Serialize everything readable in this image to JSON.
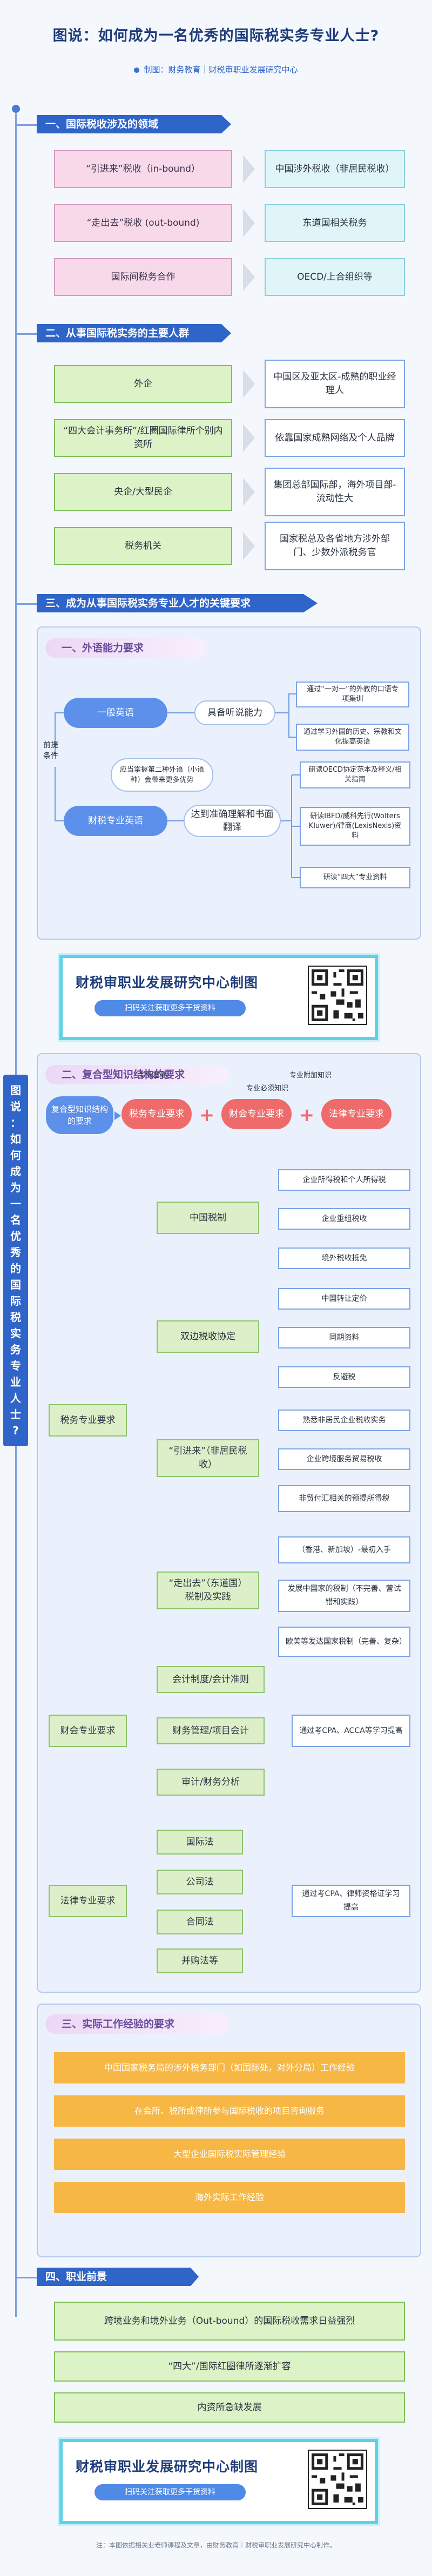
{
  "header": {
    "title": "图说：如何成为一名优秀的国际税实务专业人士?",
    "subtitle": "制图：财务教育｜财税审职业发展研究中心"
  },
  "vertical_title": [
    "图",
    "说",
    "：",
    "如",
    "何",
    "成",
    "为",
    "一",
    "名",
    "优",
    "秀",
    "的",
    "国",
    "际",
    "税",
    "实",
    "务",
    "专",
    "业",
    "人",
    "士",
    "?"
  ],
  "sec1": {
    "title": "一、国际税收涉及的领域",
    "rows": [
      {
        "left": "“引进来”税收（in-bound）",
        "right": "中国涉外税收（非居民税收）"
      },
      {
        "left": "“走出去”税收 (out-bound)",
        "right": "东道国相关税务"
      },
      {
        "left": "国际间税务合作",
        "right": "OECD/上合组织等"
      }
    ]
  },
  "sec2": {
    "title": "二、从事国际税实务的主要人群",
    "rows": [
      {
        "left": "外企",
        "right": "中国区及亚太区-成熟的职业经理人"
      },
      {
        "left": "“四大会计事务所”/红圈国际律所个别内资所",
        "right": "依靠国家成熟网络及个人品牌"
      },
      {
        "left": "央企/大型民企",
        "right": "集团总部国际部，海外项目部-流动性大"
      },
      {
        "left": "税务机关",
        "right": "国家税总及各省地方涉外部门、少数外派税务官"
      }
    ]
  },
  "sec3": {
    "title": "三、成为从事国际税实务专业人才的关键要求",
    "p1": {
      "title": "一、外语能力要求",
      "premise": "前提条件",
      "english": "一般英语",
      "listen": "具备听说能力",
      "note": "应当掌握第二种外语（小语种）会带来更多优势",
      "fin_english": "财税专业英语",
      "fin_read": "达到准确理解和书面翻译",
      "n1": "通过“一对一”的外教的口语专项集训",
      "n2": "通过学习外国的历史、宗教和文化提高英语",
      "n3": "研读OECD协定范本及释义/相关指南",
      "n4": "研读IBFD/威科先行(Wolters Kluwer)/律商(LexisNexis)资料",
      "n5": "研读“四大”专业资料"
    },
    "qr": {
      "title": "财税审职业发展研究中心制图",
      "button": "扫码关注获取更多干货资料"
    },
    "p2": {
      "title": "二、复合型知识结构的要求",
      "structure": "复合型知识结构的要求",
      "tax": "税务专业要求",
      "finance": "财会专业要求",
      "law": "法律专业要求",
      "plus1": "+",
      "plus2": "+",
      "basis": "专业基础",
      "added": "专业附加知识",
      "required": "专业必须知识",
      "tax_items": [
        {
          "label": "中国税制",
          "notes": [
            "企业所得税和个人所得税",
            "企业重组税收",
            "境外税收抵免"
          ]
        },
        {
          "label": "双边税收协定",
          "notes": [
            "中国转让定价",
            "同期资料",
            "反避税"
          ]
        },
        {
          "label": "“引进来”（非居民税收）",
          "notes": [
            "熟悉非居民企业税收实务",
            "企业跨境服务贸易税收",
            "非贸付汇相关的预提所得税"
          ]
        },
        {
          "label": "“走出去”（东道国）税制及实践",
          "notes": [
            "（香港、新加坡）-最初入手",
            "发展中国家的税制（不完善、营试错和实践）",
            "欧美等发达国家税制（完善、复杂）"
          ]
        }
      ],
      "fin_items": [
        "会计制度/会计准则",
        "财务管理/项目会计",
        "审计/财务分析"
      ],
      "fin_note": "通过考CPA、ACCA等学习提高",
      "law_items": [
        "国际法",
        "公司法",
        "合同法",
        "并购法等"
      ],
      "law_note": "通过考CPA、律师资格证学习提高"
    },
    "p3": {
      "title": "三、实际工作经验的要求",
      "items": [
        "中国国家税务局的涉外税务部门（如国际处，对外分局）工作经验",
        "在会所、税所或律所参与国际税收的项目咨询服务",
        "大型企业国际税实际管理经验",
        "海外实际工作经验"
      ]
    }
  },
  "sec4": {
    "title": "四、职业前景",
    "items": [
      "跨境业务和境外业务（Out-bound）的国际税收需求日益强烈",
      "“四大”/国际红圈律所逐渐扩容",
      "内资所急缺发展"
    ]
  },
  "qr2": {
    "title": "财税审职业发展研究中心制图",
    "button": "扫码关注获取更多干货资料"
  },
  "footer": "注：本图依据相关业老师课程及文章，由财务教育｜财税审职业发展研究中心制作。"
}
